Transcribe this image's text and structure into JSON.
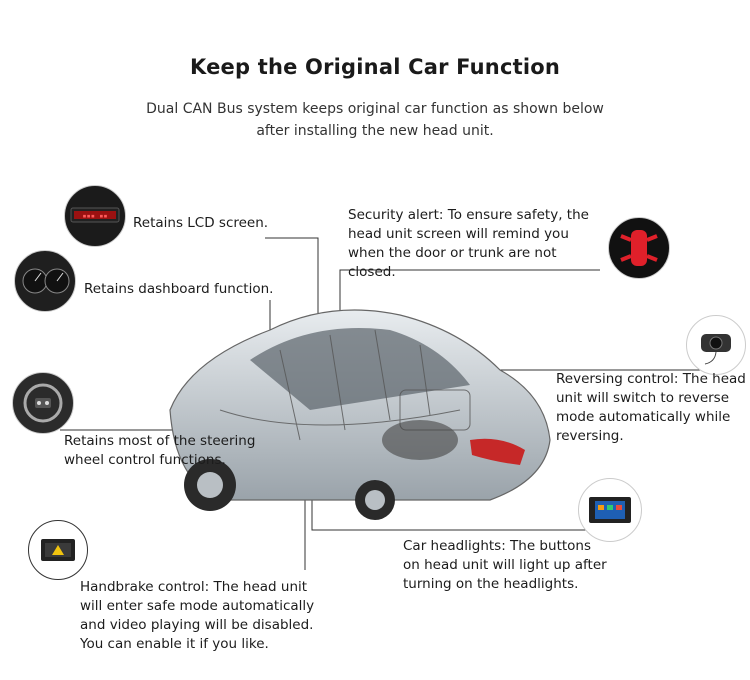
{
  "header": {
    "title": "Keep the Original Car Function",
    "subtitle": "Dual CAN Bus system keeps original car function as shown below after installing the new head unit."
  },
  "features": {
    "lcd": "Retains LCD screen.",
    "dashboard": "Retains dashboard function.",
    "steering": "Retains most of the steering wheel control functions.",
    "handbrake": "Handbrake control: The head unit will enter safe mode automatically and video playing will be disabled. You can enable it if you like.",
    "security": "Security alert: To ensure safety, the head unit screen will remind you when the door or trunk are not closed.",
    "reversing": "Reversing control: The head unit will switch to reverse mode automatically while reversing.",
    "headlights": "Car headlights: The buttons on head unit will light up after turning on the headlights."
  },
  "icons": {
    "lcd": "lcd-screen-icon",
    "dashboard": "dashboard-gauge-icon",
    "steering": "steering-wheel-buttons-icon",
    "handbrake": "head-unit-warning-icon",
    "security": "car-door-alert-icon",
    "reversing": "reverse-camera-icon",
    "headlights": "head-unit-screen-icon"
  },
  "colors": {
    "line": "#333333",
    "alert": "#e0202a"
  }
}
